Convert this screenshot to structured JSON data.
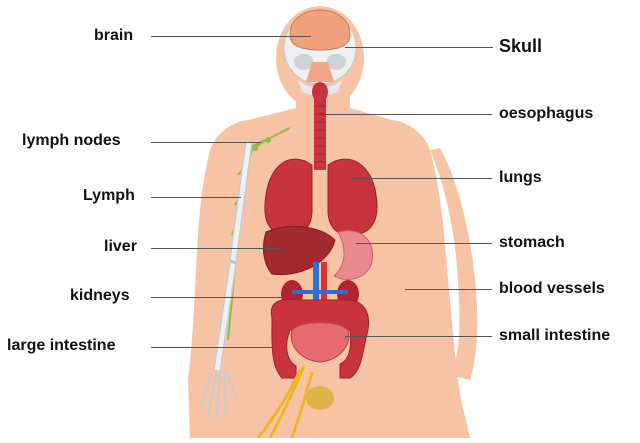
{
  "diagram": {
    "labels_left": [
      {
        "id": "brain",
        "text": "brain"
      },
      {
        "id": "lymph_nodes",
        "text": "lymph nodes"
      },
      {
        "id": "lymph",
        "text": "Lymph"
      },
      {
        "id": "liver",
        "text": "liver"
      },
      {
        "id": "kidneys",
        "text": "kidneys"
      },
      {
        "id": "large_intestine",
        "text": "large intestine"
      }
    ],
    "labels_right": [
      {
        "id": "skull",
        "text": "Skull"
      },
      {
        "id": "oesophagus",
        "text": "oesophagus"
      },
      {
        "id": "lungs",
        "text": "lungs"
      },
      {
        "id": "stomach",
        "text": "stomach"
      },
      {
        "id": "blood_vessels",
        "text": "blood vessels"
      },
      {
        "id": "small_intestine",
        "text": "small intestine"
      }
    ],
    "colors": {
      "skin": "#f6c4a4",
      "organ": "#c9343c",
      "organ_dark": "#9e1f2a",
      "stomach": "#e88a8d",
      "lymph": "#8fbf3b",
      "vessel_blue": "#2f6fd1",
      "vessel_red": "#d6332f",
      "bone": "#eef0f2",
      "nerve": "#f0b429"
    }
  }
}
